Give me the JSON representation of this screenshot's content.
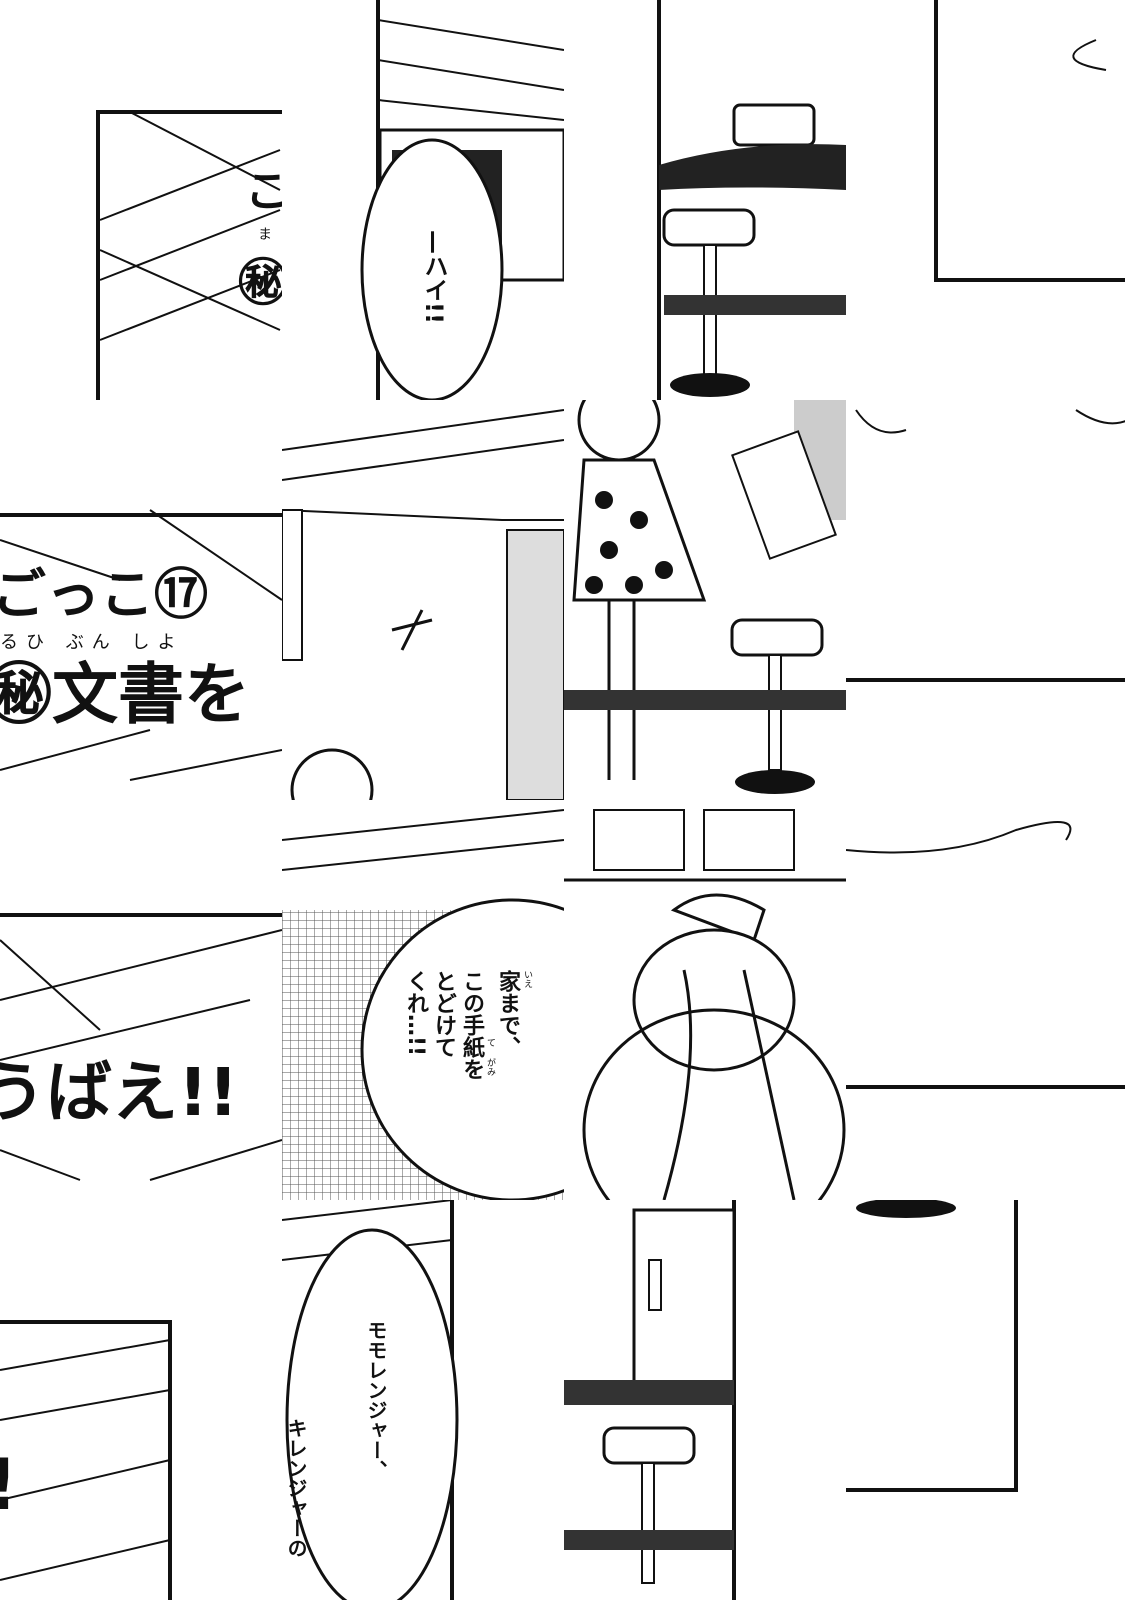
{
  "title_banner": {
    "line1": "ごっこ⑰",
    "ruby": "るひ ぶん しよ",
    "line2": "㊙文書を",
    "line3": "うばえ!!",
    "fragment_ko": "こ",
    "fragment_ma": "ま",
    "fragment_hi": "㊙",
    "fragment_excl": "!"
  },
  "bubbles": {
    "hai": "—ハイ!!",
    "letter": [
      "家まで、",
      "この手紙を",
      "とどけて",
      "くれ…!!"
    ],
    "letter_ruby": [
      "いえ",
      "て",
      "がみ"
    ],
    "rangers_1": "モモレンジャー、",
    "rangers_2": "キレンジャーの"
  },
  "colors": {
    "ink": "#111111",
    "paper": "#ffffff"
  }
}
